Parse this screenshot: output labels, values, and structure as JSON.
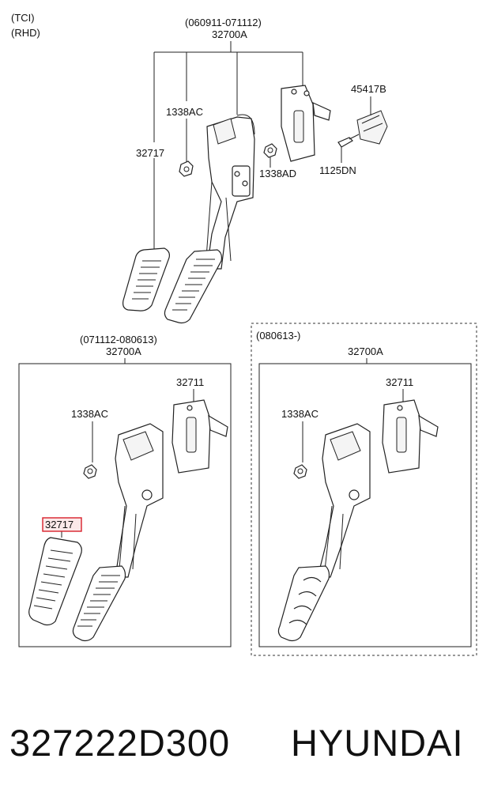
{
  "meta": {
    "variant_tci": "(TCI)",
    "variant_rhd": "(RHD)"
  },
  "top_assembly": {
    "date_range": "(060911-071112)",
    "assembly_code": "32700A",
    "callouts": {
      "pad": "32717",
      "nut": "1338AC",
      "bracket_nut": "1338AD",
      "screw": "1125DN",
      "stopper": "45417B"
    }
  },
  "left_assembly": {
    "date_range": "(071112-080613)",
    "assembly_code": "32700A",
    "callouts": {
      "bracket": "32711",
      "nut": "1338AC",
      "pad": "32717"
    },
    "highlighted_part": "32717",
    "highlight_color": "#d81f2a"
  },
  "right_assembly": {
    "date_range": "(080613-)",
    "assembly_code": "32700A",
    "callouts": {
      "bracket": "32711",
      "nut": "1338AC"
    }
  },
  "footer": {
    "part_number": "327222D300",
    "brand": "HYUNDAI"
  }
}
